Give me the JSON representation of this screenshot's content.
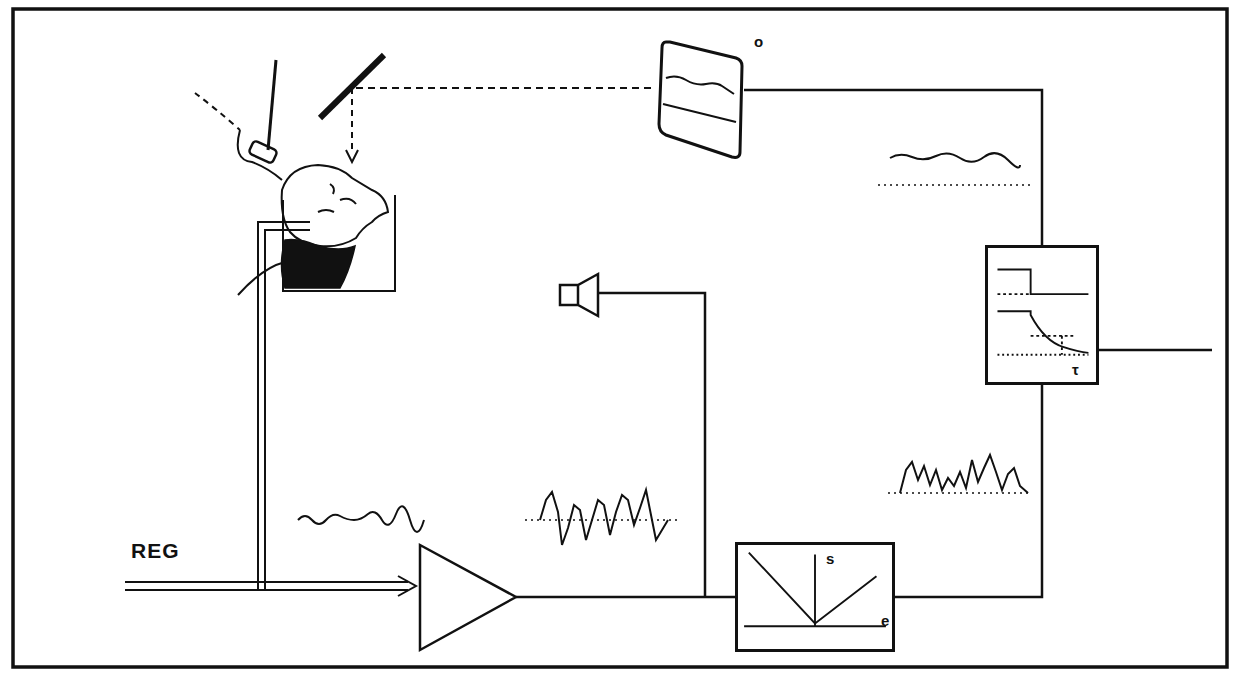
{
  "diagram": {
    "nodes": [
      {
        "text": [
          "o"
        ]
      },
      {
        "text": [
          "τ"
        ]
      },
      {
        "text": [
          "s",
          "e"
        ]
      }
    ],
    "edges": [
      {
        "from": 2,
        "to": 1,
        "arrow": "none"
      },
      {
        "from": 1,
        "to": 0,
        "arrow": "none"
      }
    ],
    "labels": [
      "REG"
    ]
  }
}
